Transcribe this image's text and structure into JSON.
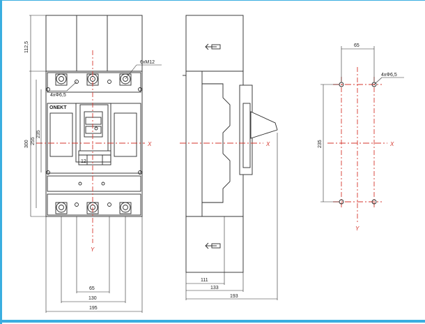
{
  "front_view": {
    "label_6xm12": "6xM12",
    "label_holes": "4xΦ6,5",
    "brand": "ONEKT",
    "handle_mark": "12",
    "axis_x": "X",
    "axis_y": "Y",
    "dim_top": "112,5",
    "dim_300": "300",
    "dim_255": "255",
    "dim_235": "235",
    "dim_65": "65",
    "dim_130": "130",
    "dim_195": "195"
  },
  "side_view": {
    "axis_x": "X",
    "dim_111": "111",
    "dim_133": "133",
    "dim_193": "193"
  },
  "mount_view": {
    "dim_65": "65",
    "label_holes": "4xΦ6,5",
    "dim_235": "235",
    "axis_x": "X",
    "axis_y": "Y"
  }
}
